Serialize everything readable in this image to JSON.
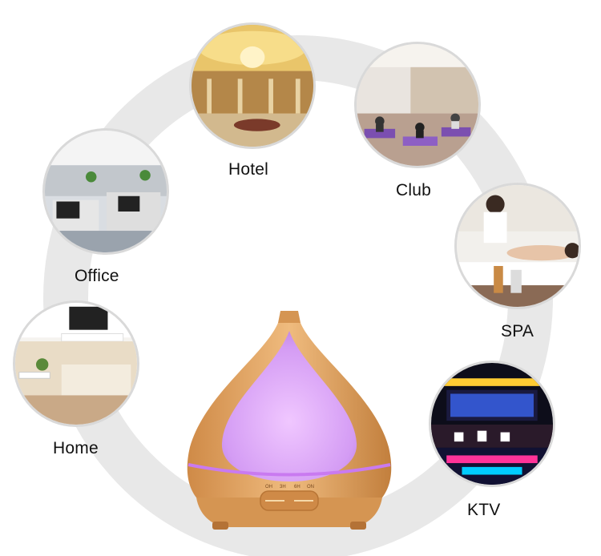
{
  "scenes": [
    {
      "id": "hotel",
      "label": "Hotel",
      "icon": "hotel-lobby-photo"
    },
    {
      "id": "club",
      "label": "Club",
      "icon": "yoga-club-photo"
    },
    {
      "id": "office",
      "label": "Office",
      "icon": "office-cubicles-photo"
    },
    {
      "id": "spa",
      "label": "SPA",
      "icon": "spa-massage-photo"
    },
    {
      "id": "home",
      "label": "Home",
      "icon": "living-room-photo"
    },
    {
      "id": "ktv",
      "label": "KTV",
      "icon": "karaoke-room-photo"
    }
  ],
  "product": {
    "name_icon": "aroma-diffuser-illustration",
    "buttons": [
      "OH",
      "3H",
      "6H",
      "ON"
    ],
    "colors": {
      "wood": "#e3a365",
      "glow": "#d79ef6",
      "ring": "#e9e9e9"
    }
  }
}
